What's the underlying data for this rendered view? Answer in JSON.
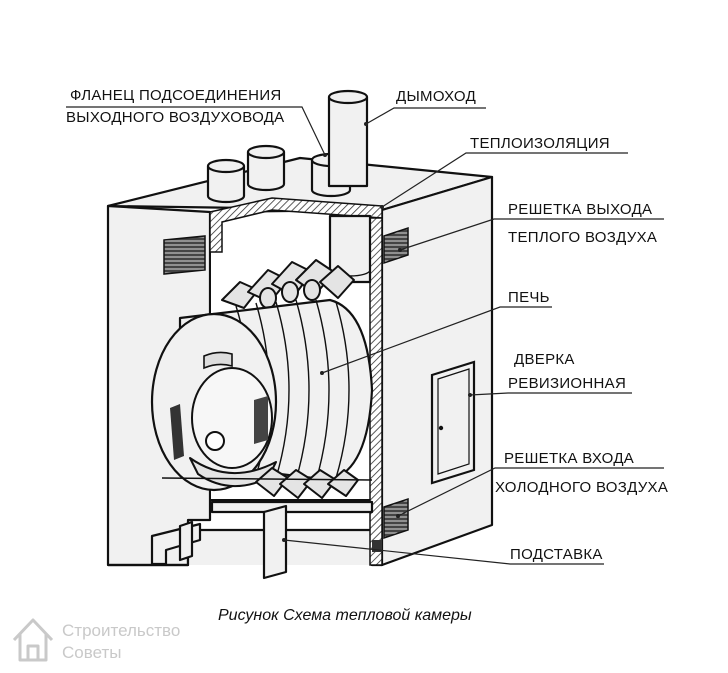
{
  "labels": {
    "flange_line1": "ФЛАНЕЦ ПОДСОЕДИНЕНИЯ",
    "flange_line2": "ВЫХОДНОГО ВОЗДУХОВОДА",
    "chimney": "ДЫМОХОД",
    "insulation": "ТЕПЛОИЗОЛЯЦИЯ",
    "warm_grille_line1": "РЕШЕТКА ВЫХОДА",
    "warm_grille_line2": "ТЕПЛОГО ВОЗДУХА",
    "stove": "ПЕЧЬ",
    "door_line1": "ДВЕРКА",
    "door_line2": "РЕВИЗИОННАЯ",
    "cold_grille_line1": "РЕШЕТКА ВХОДА",
    "cold_grille_line2": "ХОЛОДНОГО ВОЗДУХА",
    "stand": "ПОДСТАВКА"
  },
  "caption": "Рисунок Схема тепловой камеры",
  "watermark": {
    "line1": "Строительство",
    "line2": "Советы",
    "icon": "house-icon"
  },
  "colors": {
    "line": "#111111",
    "fill_light": "#f1f1f1",
    "fill_mid": "#d9d9d9",
    "watermark": "#c9c9c9"
  }
}
